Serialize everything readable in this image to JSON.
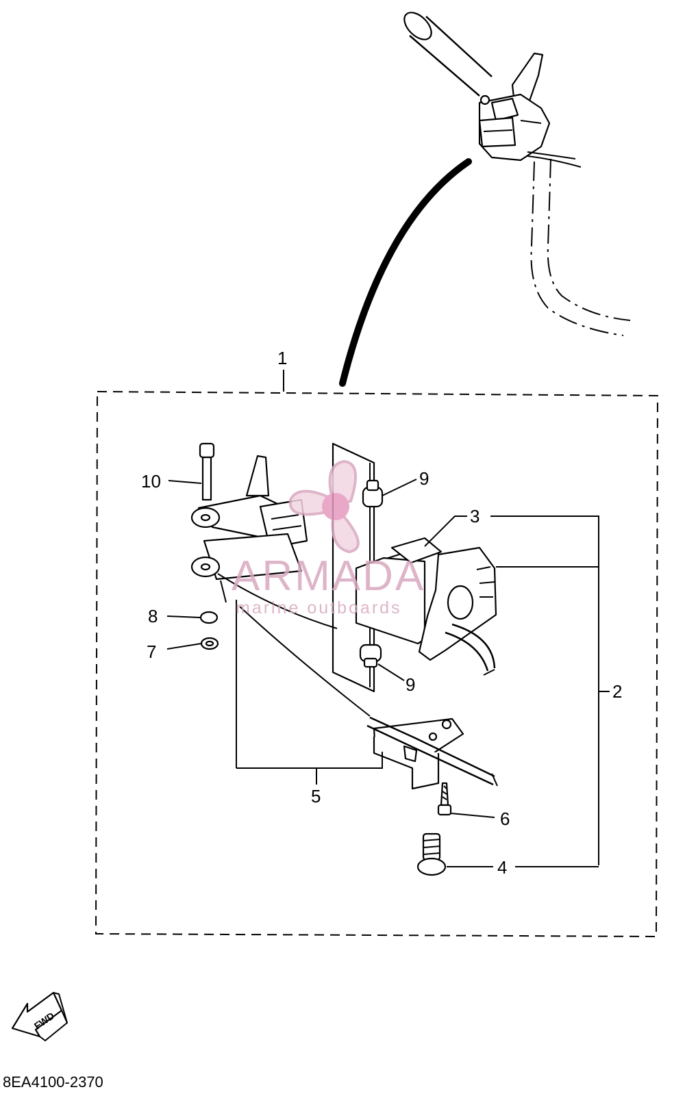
{
  "diagram": {
    "callouts": {
      "c1": "1",
      "c2": "2",
      "c3": "3",
      "c4": "4",
      "c5": "5",
      "c6": "6",
      "c7": "7",
      "c8": "8",
      "c9a": "9",
      "c9b": "9",
      "c10": "10"
    },
    "watermark": {
      "brand": "ARMADA",
      "tagline": "marine outboards"
    },
    "fwd_label": "FWD",
    "drawing_code": "8EA4100-2370"
  }
}
